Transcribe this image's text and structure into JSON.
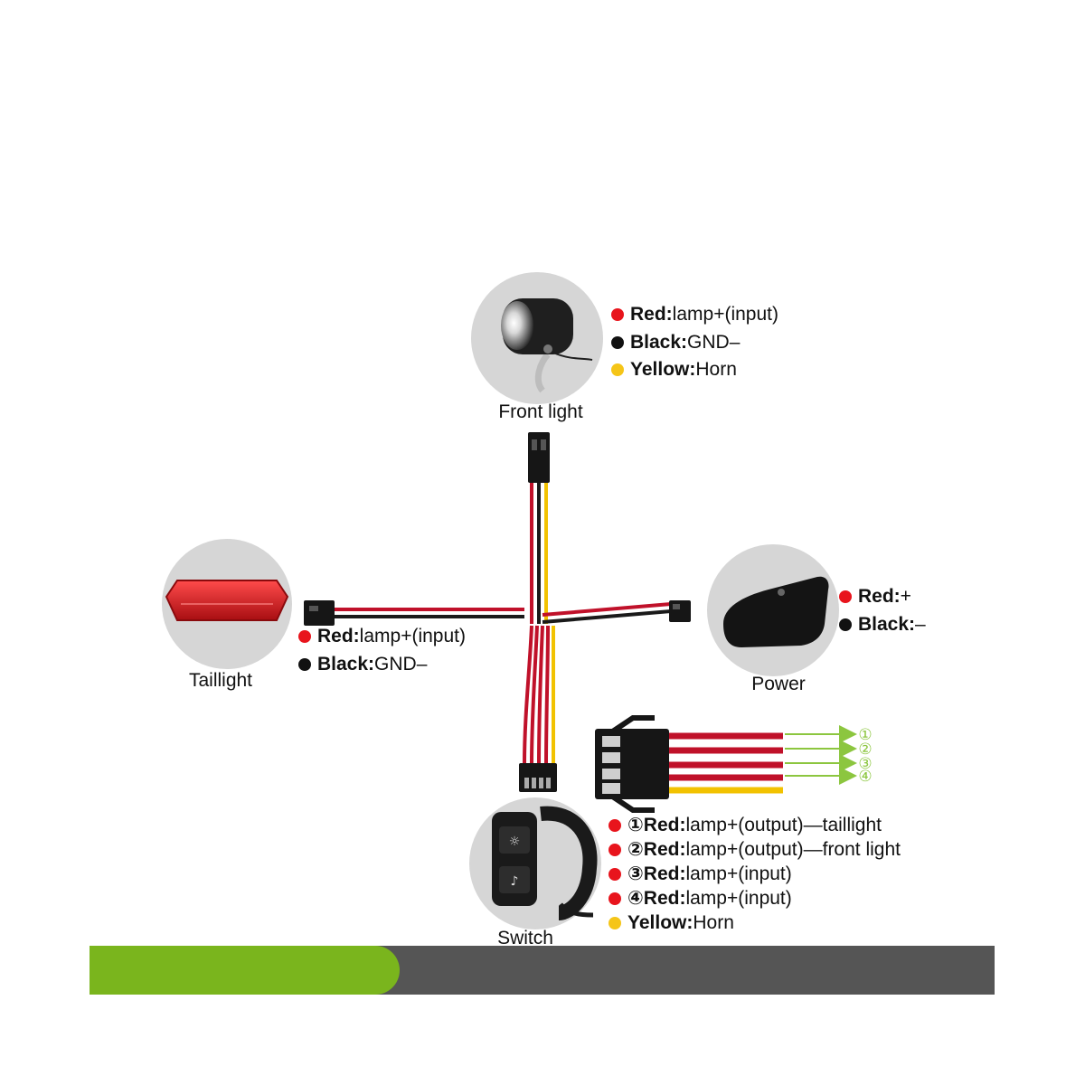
{
  "colors": {
    "red_wire": "#c0112a",
    "black_wire": "#1a1a1a",
    "yellow_wire": "#f2c200",
    "red_dot": "#e8141c",
    "black_dot": "#111111",
    "yellow_dot": "#f5c518",
    "accent_green": "#7ab51d",
    "bar_gray": "#555555",
    "arrow_green": "#8cc63f"
  },
  "components": {
    "front_light": {
      "caption": "Front light",
      "icon": "headlamp-icon",
      "legend": [
        {
          "color": "red",
          "key": "Red:",
          "text": "lamp+(input)"
        },
        {
          "color": "black",
          "key": "Black:",
          "text": "GND–"
        },
        {
          "color": "yellow",
          "key": "Yellow:",
          "text": "Horn"
        }
      ]
    },
    "taillight": {
      "caption": "Taillight",
      "icon": "taillight-icon",
      "legend": [
        {
          "color": "red",
          "key": "Red:",
          "text": "lamp+(input)"
        },
        {
          "color": "black",
          "key": "Black:",
          "text": "GND–"
        }
      ]
    },
    "power": {
      "caption": "Power",
      "icon": "battery-icon",
      "legend": [
        {
          "color": "red",
          "key": "Red:",
          "text": "+"
        },
        {
          "color": "black",
          "key": "Black:",
          "text": "–"
        }
      ]
    },
    "switch": {
      "caption": "Switch",
      "icon": "handlebar-switch-icon",
      "legend": [
        {
          "color": "red",
          "key": "①Red:",
          "text": "lamp+(output)—taillight"
        },
        {
          "color": "red",
          "key": "②Red:",
          "text": "lamp+(output)—front light"
        },
        {
          "color": "red",
          "key": "③Red:",
          "text": "lamp+(input)"
        },
        {
          "color": "red",
          "key": "④Red:",
          "text": "lamp+(input)"
        },
        {
          "color": "yellow",
          "key": "Yellow:",
          "text": "Horn"
        }
      ]
    }
  },
  "connector_pins": [
    "①",
    "②",
    "③",
    "④"
  ]
}
